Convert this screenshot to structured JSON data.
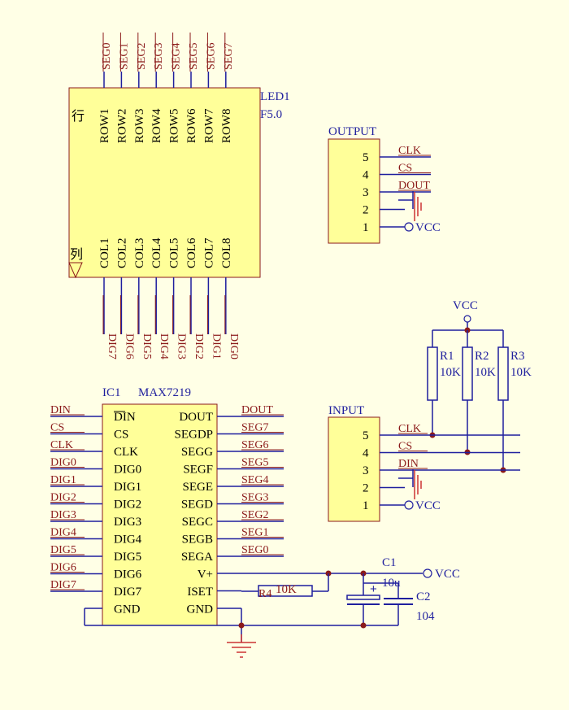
{
  "led": {
    "designator": "LED1",
    "value": "F5.0",
    "row_symbol": "行",
    "col_symbol": "列",
    "top_nets": [
      "SEG0",
      "SEG1",
      "SEG2",
      "SEG3",
      "SEG4",
      "SEG5",
      "SEG6",
      "SEG7"
    ],
    "row_pins": [
      "ROW1",
      "ROW2",
      "ROW3",
      "ROW4",
      "ROW5",
      "ROW6",
      "ROW7",
      "ROW8"
    ],
    "col_pins": [
      "COL1",
      "COL2",
      "COL3",
      "COL4",
      "COL5",
      "COL6",
      "COL7",
      "COL8"
    ],
    "bottom_nets": [
      "DIG7",
      "DIG6",
      "DIG5",
      "DIG4",
      "DIG3",
      "DIG2",
      "DIG1",
      "DIG0"
    ]
  },
  "output": {
    "title": "OUTPUT",
    "pins": [
      "5",
      "4",
      "3",
      "2",
      "1"
    ],
    "nets": [
      "CLK",
      "CS",
      "DOUT"
    ],
    "vcc": "VCC"
  },
  "input": {
    "title": "INPUT",
    "pins": [
      "5",
      "4",
      "3",
      "2",
      "1"
    ],
    "nets": [
      "CLK",
      "CS",
      "DIN"
    ],
    "vcc": "VCC"
  },
  "pullups": {
    "vcc": "VCC",
    "resistors": [
      {
        "name": "R1",
        "value": "10K"
      },
      {
        "name": "R2",
        "value": "10K"
      },
      {
        "name": "R3",
        "value": "10K"
      }
    ]
  },
  "ic": {
    "designator": "IC1",
    "part": "MAX7219",
    "left_pins": [
      "DIN",
      "CS",
      "CLK",
      "DIG0",
      "DIG1",
      "DIG2",
      "DIG3",
      "DIG4",
      "DIG5",
      "DIG6",
      "DIG7",
      "GND"
    ],
    "right_pins": [
      "DOUT",
      "SEGDP",
      "SEGG",
      "SEGF",
      "SEGE",
      "SEGD",
      "SEGC",
      "SEGB",
      "SEGA",
      "V+",
      "ISET",
      "GND"
    ],
    "left_nets": [
      "DIN",
      "CS",
      "CLK",
      "DIG0",
      "DIG1",
      "DIG2",
      "DIG3",
      "DIG4",
      "DIG5",
      "DIG6",
      "DIG7"
    ],
    "right_nets": [
      "DOUT",
      "SEG7",
      "SEG6",
      "SEG5",
      "SEG4",
      "SEG3",
      "SEG2",
      "SEG1",
      "SEG0"
    ]
  },
  "support": {
    "r4_name": "R4",
    "r4_value": "10K",
    "c1_name": "C1",
    "c1_value": "10u",
    "c2_name": "C2",
    "c2_value": "104",
    "vcc": "VCC"
  },
  "colors": {
    "background": "#FFFFE6",
    "body_fill": "#FFFF99",
    "body_stroke": "#8B1A1A",
    "wire": "#1F1F9E",
    "label": "#1F1F9E",
    "net": "#8B1A1A",
    "ground": "#CC3333"
  }
}
